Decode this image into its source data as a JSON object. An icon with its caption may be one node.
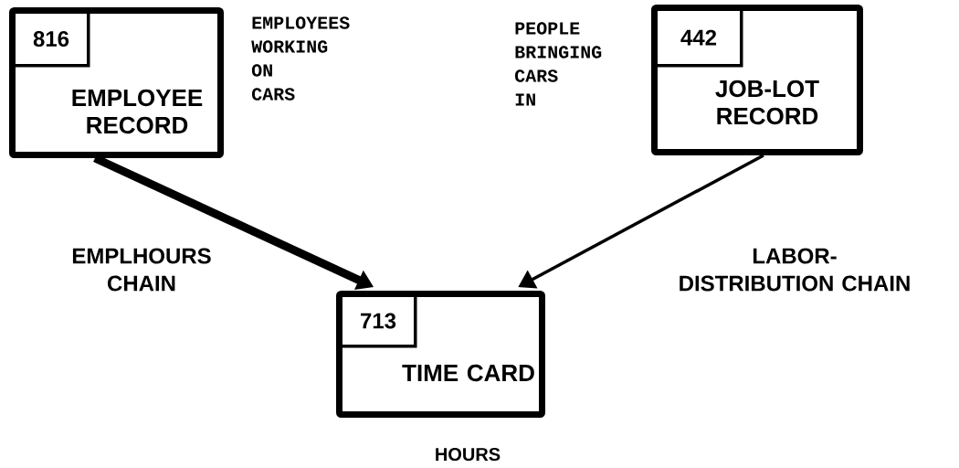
{
  "diagram": {
    "nodes": [
      {
        "text": [
          "816",
          "EMPLOYEE RECORD"
        ],
        "beside": [
          "EMPLOYEES WORKING ON CARS"
        ]
      },
      {
        "text": [
          "442",
          "JOB-LOT RECORD"
        ],
        "beside": [
          "PEOPLE BRINGING CARS IN"
        ]
      },
      {
        "text": [
          "713",
          "TIME CARD"
        ],
        "beside": [
          "HOURS"
        ]
      }
    ],
    "edges": [
      {
        "from": 0,
        "to": 2,
        "arrow": "to",
        "label": "EMPLHOURS CHAIN",
        "style": "thick"
      },
      {
        "from": 1,
        "to": 2,
        "arrow": "to",
        "label": "LABOR-DISTRIBUTION CHAIN"
      }
    ]
  }
}
